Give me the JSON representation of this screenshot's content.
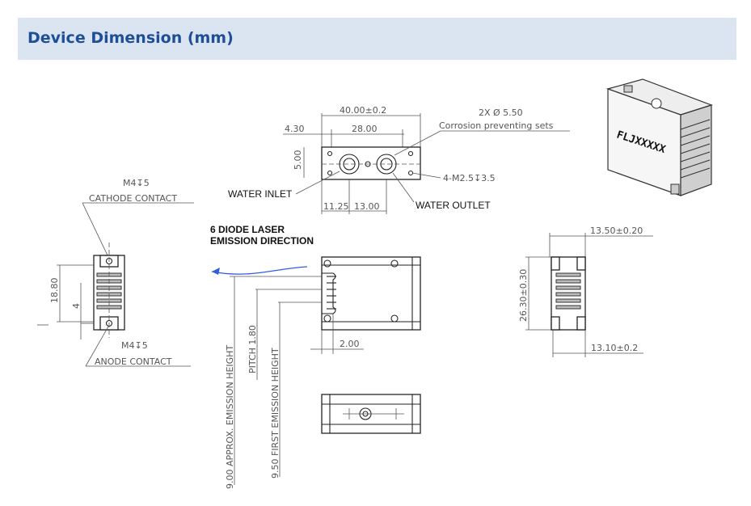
{
  "header": {
    "title": "Device Dimension (mm)"
  },
  "top_view": {
    "width_total": "40.00±0.2",
    "offset_left": "4.30",
    "hole_spacing": "28.00",
    "height_small": "5.00",
    "bottom_a": "11.25",
    "bottom_b": "13.00",
    "holes_note": "2X Ø 5.50",
    "holes_note2": "Corrosion preventing sets",
    "thread_note": "4-M2.5↧3.5",
    "water_inlet": "WATER INLET",
    "water_outlet": "WATER OUTLET"
  },
  "front_view": {
    "top_thread": "M4↧5",
    "cathode": "CATHODE CONTACT",
    "height": "18.80",
    "inner": "4",
    "bottom_thread": "M4↧5",
    "anode": "ANODE CONTACT"
  },
  "side_view": {
    "emission_title_1": "6 DIODE LASER",
    "emission_title_2": "EMISSION DIRECTION",
    "dim_approx": "9.00  APPROX. EMISSION HEIGHT",
    "dim_pitch": "PITCH  1.80",
    "dim_first": "9.50  FIRST EMISSION HEIGHT",
    "offset": "2.00"
  },
  "right_view": {
    "width_top": "13.50±0.20",
    "height": "26.30±0.30",
    "width_bottom": "13.10±0.2"
  },
  "iso_view": {
    "label": "FLJXXXXX"
  }
}
